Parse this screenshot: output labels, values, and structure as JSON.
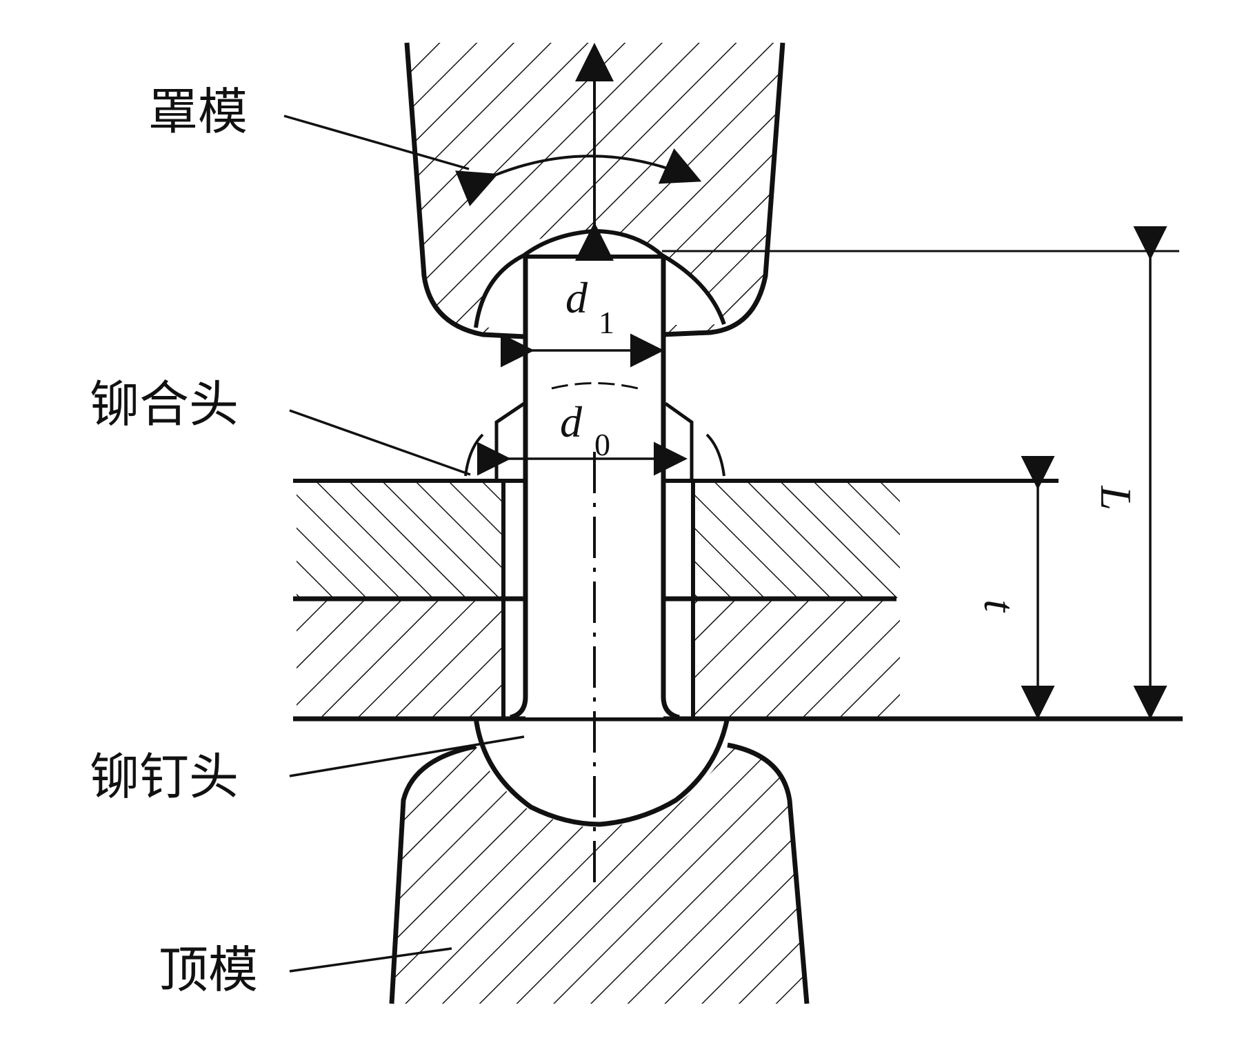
{
  "labels": {
    "cover_die": "罩模",
    "clinch_head": "铆合头",
    "rivet_head": "铆钉头",
    "top_die": "顶模"
  },
  "dimensions": {
    "d1": {
      "symbol": "d",
      "subscript": "1"
    },
    "d0": {
      "symbol": "d",
      "subscript": "0"
    },
    "L": {
      "symbol": "L"
    },
    "t": {
      "symbol": "t"
    }
  },
  "colors": {
    "ink": "#111111",
    "background": "#ffffff"
  }
}
